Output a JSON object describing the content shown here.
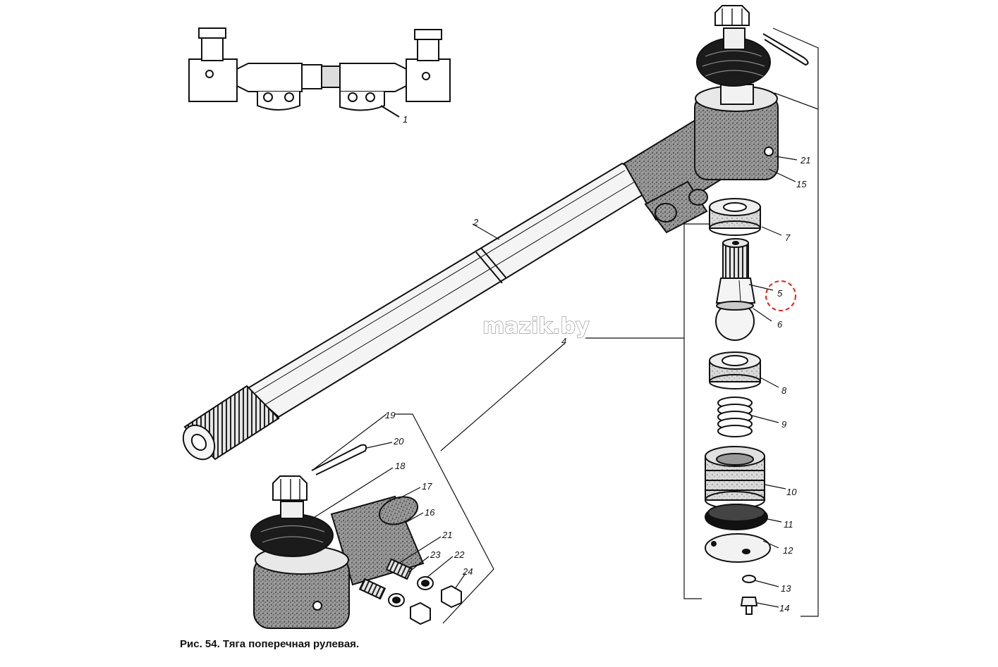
{
  "caption": "Рис. 54. Тяга поперечная рулевая.",
  "watermark": "mazik.by",
  "highlight_color": "#e0201b",
  "callouts": {
    "c1": "1",
    "c2": "2",
    "c4": "4",
    "c5": "5",
    "c6": "6",
    "c7": "7",
    "c8": "8",
    "c9": "9",
    "c10": "10",
    "c11": "11",
    "c12": "12",
    "c13": "13",
    "c14": "14",
    "c15": "15",
    "c16": "16",
    "c17": "17",
    "c18": "18",
    "c19": "19",
    "c20": "20",
    "c21a": "21",
    "c21b": "21",
    "c22": "22",
    "c23": "23",
    "c24": "24"
  }
}
